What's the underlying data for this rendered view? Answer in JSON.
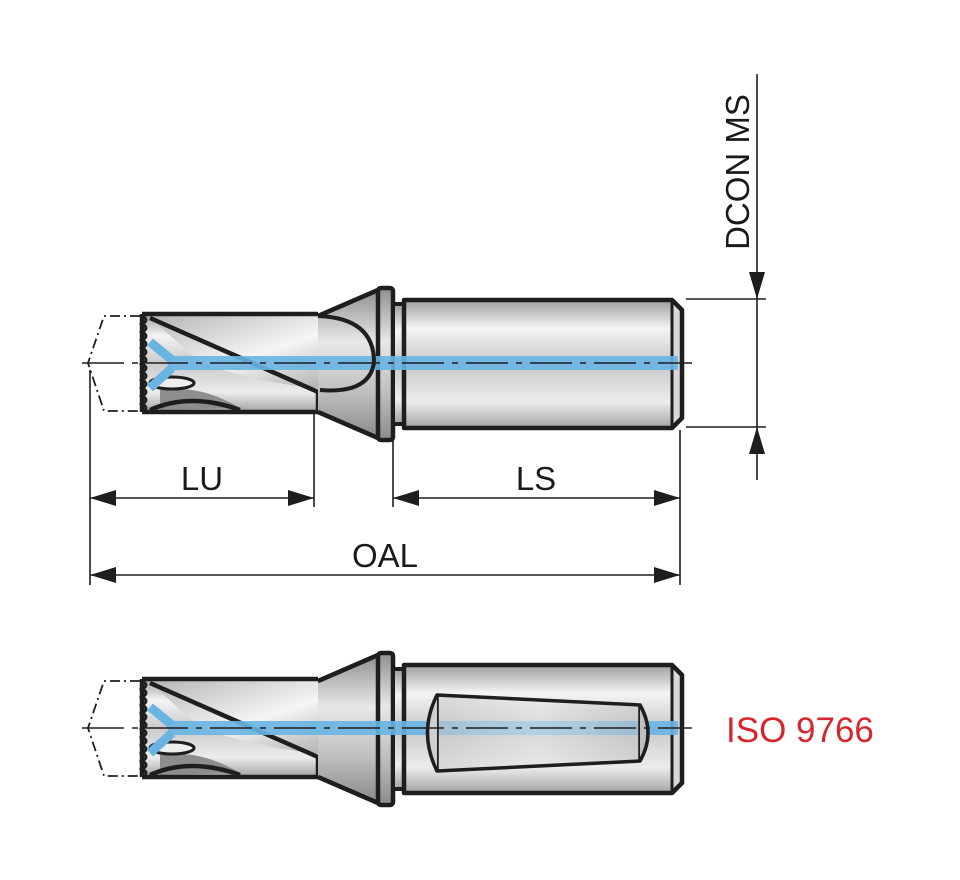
{
  "diagram": {
    "title": "Indexable drill dimension drawing",
    "labels": {
      "lu": "LU",
      "ls": "LS",
      "oal": "OAL",
      "dcon": "DCON MS",
      "iso": "ISO 9766"
    },
    "colors": {
      "outline": "#1e1e1e",
      "coolant": "#6ab4e4",
      "body_light": "#f2f2f2",
      "body_dark": "#a6a6a6",
      "iso_text": "#d7262e"
    },
    "views": [
      {
        "name": "drill-top-view",
        "shank": "cylindrical"
      },
      {
        "name": "drill-bottom-view",
        "shank": "flatted ISO 9766"
      }
    ]
  }
}
